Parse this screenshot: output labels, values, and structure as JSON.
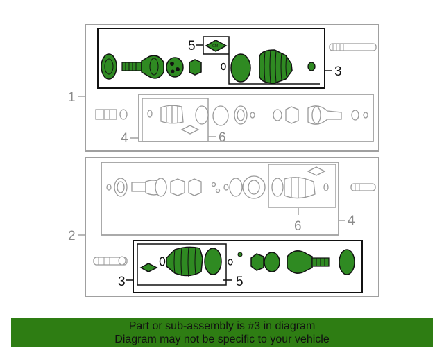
{
  "callouts": {
    "assembly_upper": "1",
    "assembly_lower": "2",
    "boot_kit_upper": "3",
    "boot_kit_lower": "3",
    "joint_kit_upper": "4",
    "joint_kit_lower": "4",
    "grease_upper": "5",
    "grease_lower": "5",
    "grease_pack_upper": "6",
    "grease_pack_lower": "6"
  },
  "footer": {
    "line1": "Part or sub-assembly is #3 in diagram",
    "line2": "Diagram may not be specific to your vehicle"
  },
  "colors": {
    "highlight": "#2e7d13",
    "part_fill": "#2f8a22",
    "frame_gray": "#a0a0a0",
    "frame_dark": "#111111"
  }
}
